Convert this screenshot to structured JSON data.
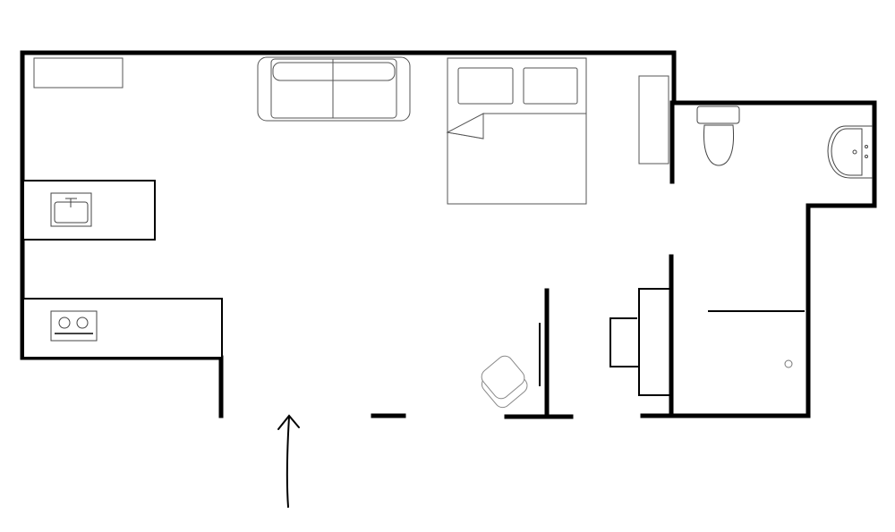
{
  "diagram": {
    "type": "floor-plan",
    "colors": {
      "wall": "#000000",
      "furniture": "#333333",
      "background": "#ffffff"
    },
    "rooms": [
      "living-area",
      "kitchen",
      "bedroom",
      "bathroom",
      "shower"
    ],
    "furniture": [
      "tv-stand",
      "sofa",
      "bed",
      "wardrobe",
      "kitchen-sink",
      "stove",
      "toilet",
      "bathroom-sink",
      "desk",
      "desk-chair",
      "armchair"
    ],
    "annotations": [
      "entrance-arrow"
    ]
  }
}
